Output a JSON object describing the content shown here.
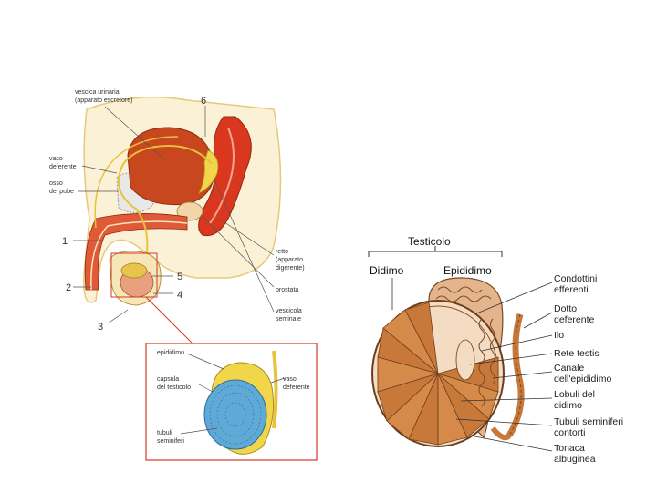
{
  "colors": {
    "bladder": "#c8471e",
    "tissue_red": "#d9381e",
    "yellow": "#f2d64a",
    "skin": "#f7e6b8",
    "testis_brown": "#c8793a",
    "tubule_blue": "#5fa9d6",
    "inset_border": "#d23b2a"
  },
  "left_figure": {
    "labels": {
      "vescica": [
        "vescica urinaria",
        "(apparato escretore)"
      ],
      "vaso_deferente": [
        "vaso",
        "deferente"
      ],
      "osso_pube": [
        "osso",
        "del pube"
      ],
      "retto": [
        "retto",
        "(apparato",
        "digerente)"
      ],
      "prostata": "prostata",
      "vescicola": [
        "vescicola",
        "seminale"
      ]
    },
    "numbers": {
      "n1": "1",
      "n2": "2",
      "n3": "3",
      "n4": "4",
      "n5": "5",
      "n6": "6"
    },
    "inset": {
      "epididimo": "epididimo",
      "capsula": [
        "capsula",
        "del testicolo"
      ],
      "vaso_deferente": [
        "vaso",
        "deferente"
      ],
      "tubuli": [
        "tubuli",
        "seminiferi"
      ]
    }
  },
  "right_figure": {
    "header": "Testicolo",
    "subheaders": {
      "didimo": "Didimo",
      "epididimo": "Epididimo"
    },
    "labels": {
      "condottini": [
        "Condottini",
        "efferenti"
      ],
      "dotto": [
        "Dotto",
        "deferente"
      ],
      "ilo": "Ilo",
      "rete": "Rete testis",
      "canale": [
        "Canale",
        "dell'epididimo"
      ],
      "lobuli": [
        "Lobuli del",
        "didimo"
      ],
      "tubuli": [
        "Tubuli seminiferi",
        "contorti"
      ],
      "tonaca": [
        "Tonaca",
        "albuginea"
      ]
    }
  }
}
